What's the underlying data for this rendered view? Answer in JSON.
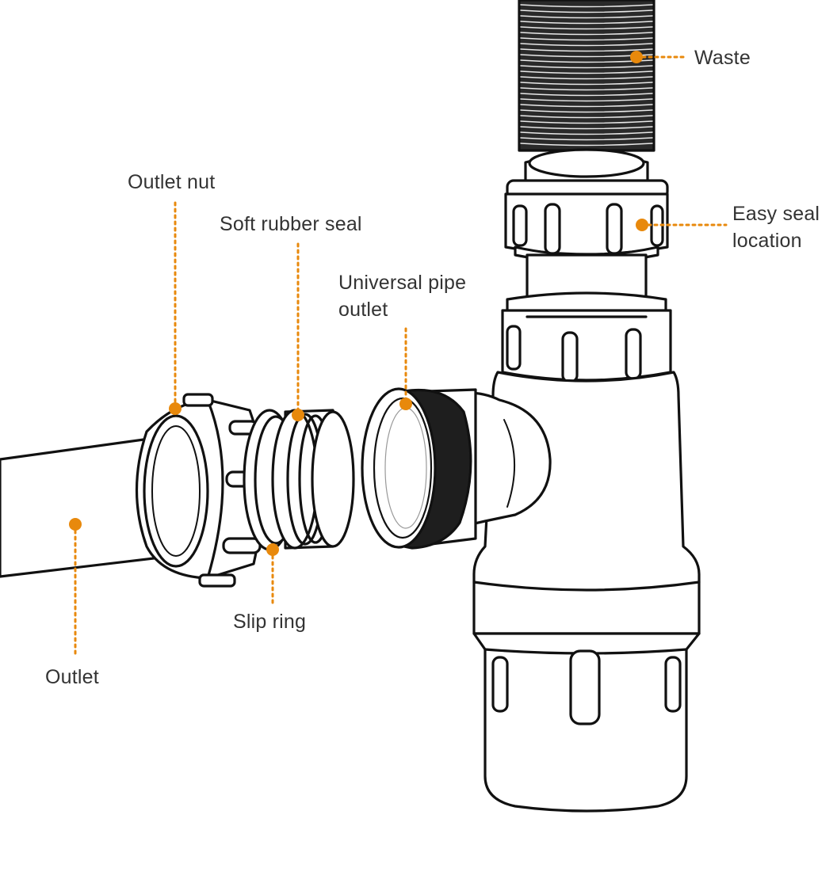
{
  "colors": {
    "accent": "#E8890C",
    "outline": "#111111",
    "fill": "#ffffff",
    "text": "#333333"
  },
  "labels": {
    "waste": "Waste",
    "easy_seal_line1": "Easy seal",
    "easy_seal_line2": "location",
    "outlet_nut": "Outlet nut",
    "soft_rubber_seal": "Soft rubber seal",
    "universal_pipe_line1": "Universal pipe",
    "universal_pipe_line2": "outlet",
    "slip_ring": "Slip ring",
    "outlet": "Outlet"
  }
}
